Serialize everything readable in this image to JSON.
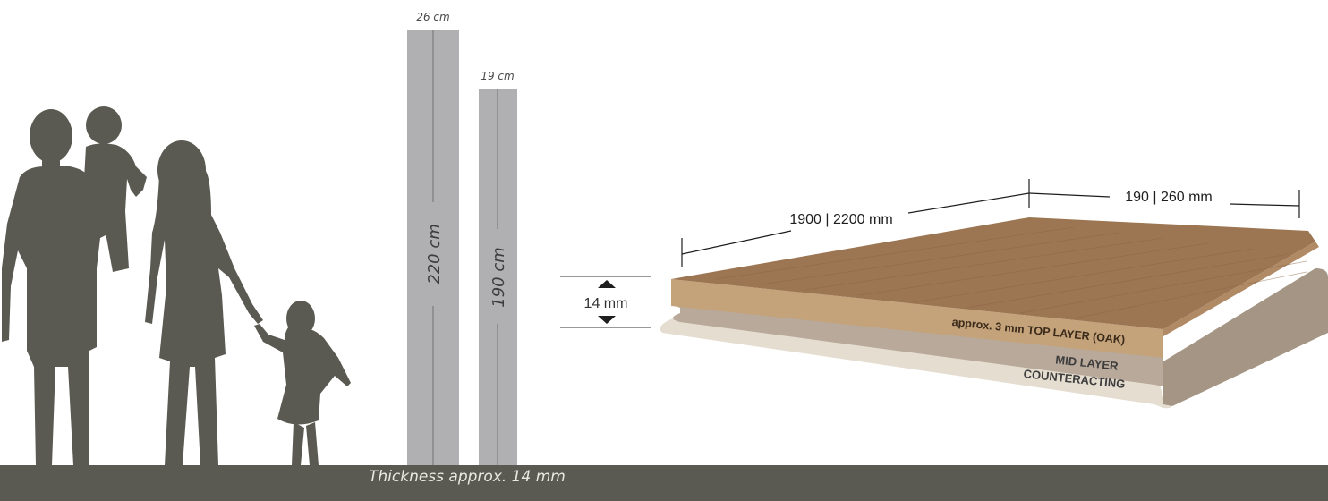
{
  "colors": {
    "silhouette": "#5a5a52",
    "plank": "#b0b0b2",
    "plank_line": "#7d7d80",
    "footer_bg": "#5a5952",
    "footer_text": "#e9e8e3",
    "top_layer": "#9c7552",
    "top_layer_edge": "#c4a27a",
    "mid_layer": "#b8a99a",
    "counter_layer": "#e5ddd0"
  },
  "planks": [
    {
      "width_label": "26 cm",
      "height_label": "220 cm"
    },
    {
      "width_label": "19 cm",
      "height_label": "190 cm"
    }
  ],
  "board": {
    "length_label": "1900 | 2200 mm",
    "width_label": "190 | 260 mm",
    "thickness_label": "14 mm",
    "layers": {
      "top": "approx. 3 mm TOP LAYER (OAK)",
      "mid": "MID LAYER",
      "counter": "COUNTERACTING"
    }
  },
  "silhouettes": [
    "father-carrying-child",
    "mother",
    "girl"
  ],
  "footer": {
    "text": "Thickness approx. 14 mm"
  }
}
